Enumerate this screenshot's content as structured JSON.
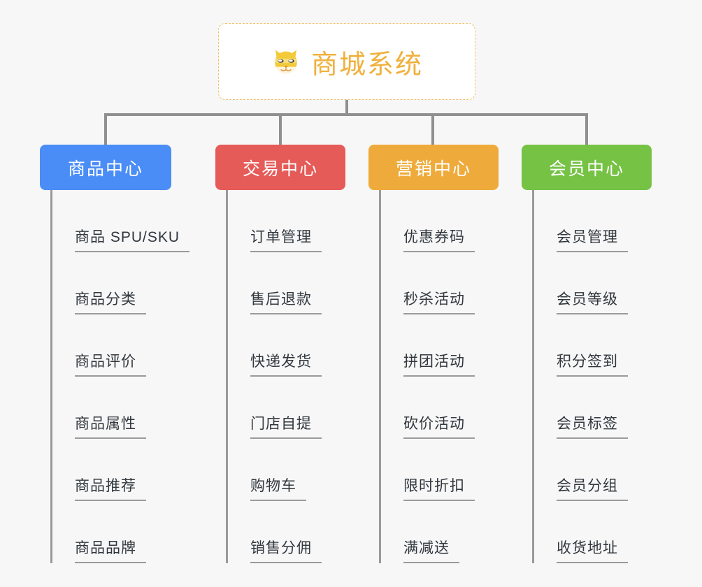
{
  "diagram": {
    "type": "mindmap",
    "background_color": "#f7f7f7",
    "connector_color": "#909090",
    "root": {
      "title": "商城系统",
      "icon": "shiba-dog-emoji",
      "text_color": "#f0b03c",
      "border_color": "#edc06a",
      "background_color": "#ffffff"
    },
    "branches": [
      {
        "label": "商品中心",
        "color": "#4a8df6",
        "items": [
          "商品 SPU/SKU",
          "商品分类",
          "商品评价",
          "商品属性",
          "商品推荐",
          "商品品牌"
        ]
      },
      {
        "label": "交易中心",
        "color": "#e55b58",
        "items": [
          "订单管理",
          "售后退款",
          "快递发货",
          "门店自提",
          "购物车",
          "销售分佣"
        ]
      },
      {
        "label": "营销中心",
        "color": "#eeab3c",
        "items": [
          "优惠券码",
          "秒杀活动",
          "拼团活动",
          "砍价活动",
          "限时折扣",
          "满减送"
        ]
      },
      {
        "label": "会员中心",
        "color": "#76c244",
        "items": [
          "会员管理",
          "会员等级",
          "积分签到",
          "会员标签",
          "会员分组",
          "收货地址"
        ]
      }
    ]
  }
}
